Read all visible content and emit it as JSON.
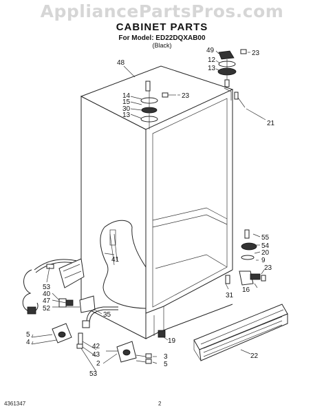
{
  "watermark": "AppliancePartsPros.com",
  "header": {
    "title": "CABINET PARTS",
    "model": "For Model: ED22DQXAB00",
    "variant": "(Black)"
  },
  "callouts": {
    "c48": "48",
    "c49": "49",
    "c12": "12",
    "c13a": "13",
    "c23a": "23",
    "c14": "14",
    "c15": "15",
    "c30": "30",
    "c13b": "13",
    "c23b": "23",
    "c21": "21",
    "c41": "41",
    "c55": "55",
    "c54": "54",
    "c20": "20",
    "c9": "9",
    "c23c": "23",
    "c16": "16",
    "c31": "31",
    "c53a": "53",
    "c40": "40",
    "c47": "47",
    "c52": "52",
    "c35": "35",
    "c5a": "5",
    "c4": "4",
    "c42": "42",
    "c43": "43",
    "c2": "2",
    "c53b": "53",
    "c3": "3",
    "c5b": "5",
    "c19": "19",
    "c22": "22"
  },
  "footer": {
    "doc_number": "4361347",
    "page_number": "2"
  }
}
